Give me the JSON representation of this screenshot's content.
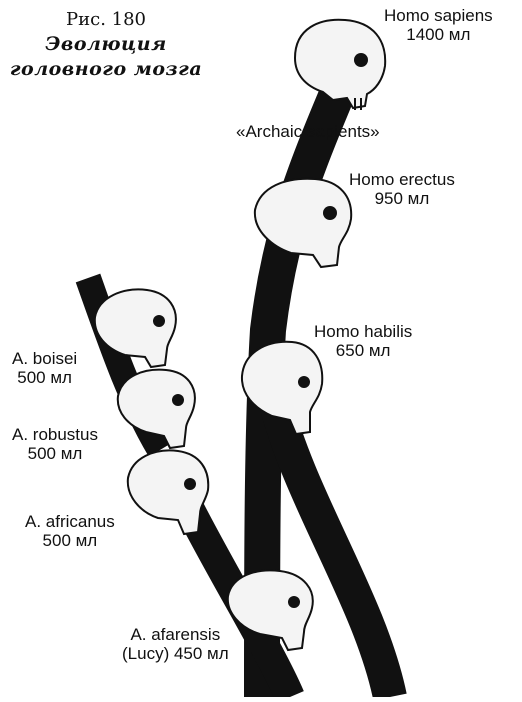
{
  "figure": {
    "number": "Рис. 180",
    "title_line1": "Эволюция",
    "title_line2": "головного мозга"
  },
  "species": [
    {
      "name": "Homo sapiens",
      "volume": "1400 мл"
    },
    {
      "name": "«Archaic sapients»",
      "volume": ""
    },
    {
      "name": "Homo erectus",
      "volume": "950 мл"
    },
    {
      "name": "Homo habilis",
      "volume": "650 мл"
    },
    {
      "name": "A. boisei",
      "volume": "500 мл"
    },
    {
      "name": "A. robustus",
      "volume": "500 мл"
    },
    {
      "name": "A. africanus",
      "volume": "500 мл"
    },
    {
      "name": "A. afarensis",
      "volume": "(Lucy) 450 мл"
    }
  ],
  "colors": {
    "branch": "#111111",
    "skull_fill": "#f4f4f4",
    "skull_line": "#111111"
  },
  "icons": [
    "skull-icon"
  ]
}
